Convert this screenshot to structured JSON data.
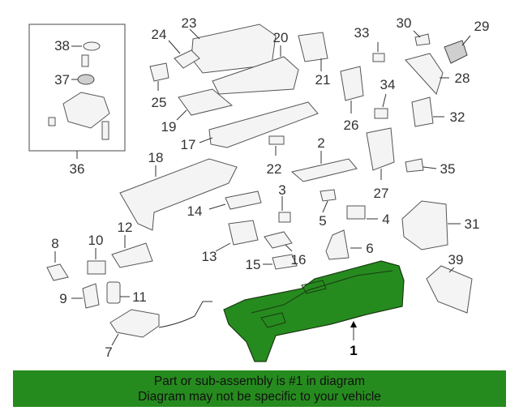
{
  "callouts": {
    "c1": "1",
    "c2": "2",
    "c3": "3",
    "c4": "4",
    "c5": "5",
    "c6": "6",
    "c7": "7",
    "c8": "8",
    "c9": "9",
    "c10": "10",
    "c11": "11",
    "c12": "12",
    "c13": "13",
    "c14": "14",
    "c15": "15",
    "c16": "16",
    "c17": "17",
    "c18": "18",
    "c19": "19",
    "c20": "20",
    "c21": "21",
    "c22": "22",
    "c23": "23",
    "c24": "24",
    "c25": "25",
    "c26": "26",
    "c27": "27",
    "c28": "28",
    "c29": "29",
    "c30": "30",
    "c31": "31",
    "c32": "32",
    "c33": "33",
    "c34": "34",
    "c35": "35",
    "c36": "36",
    "c37": "37",
    "c38": "38",
    "c39": "39"
  },
  "highlight": {
    "part": "1",
    "color": "#268b1e"
  },
  "footer": {
    "line1": "Part or sub-assembly is #1 in diagram",
    "line2": "Diagram may not be specific to your vehicle",
    "background": "#268b1e"
  }
}
